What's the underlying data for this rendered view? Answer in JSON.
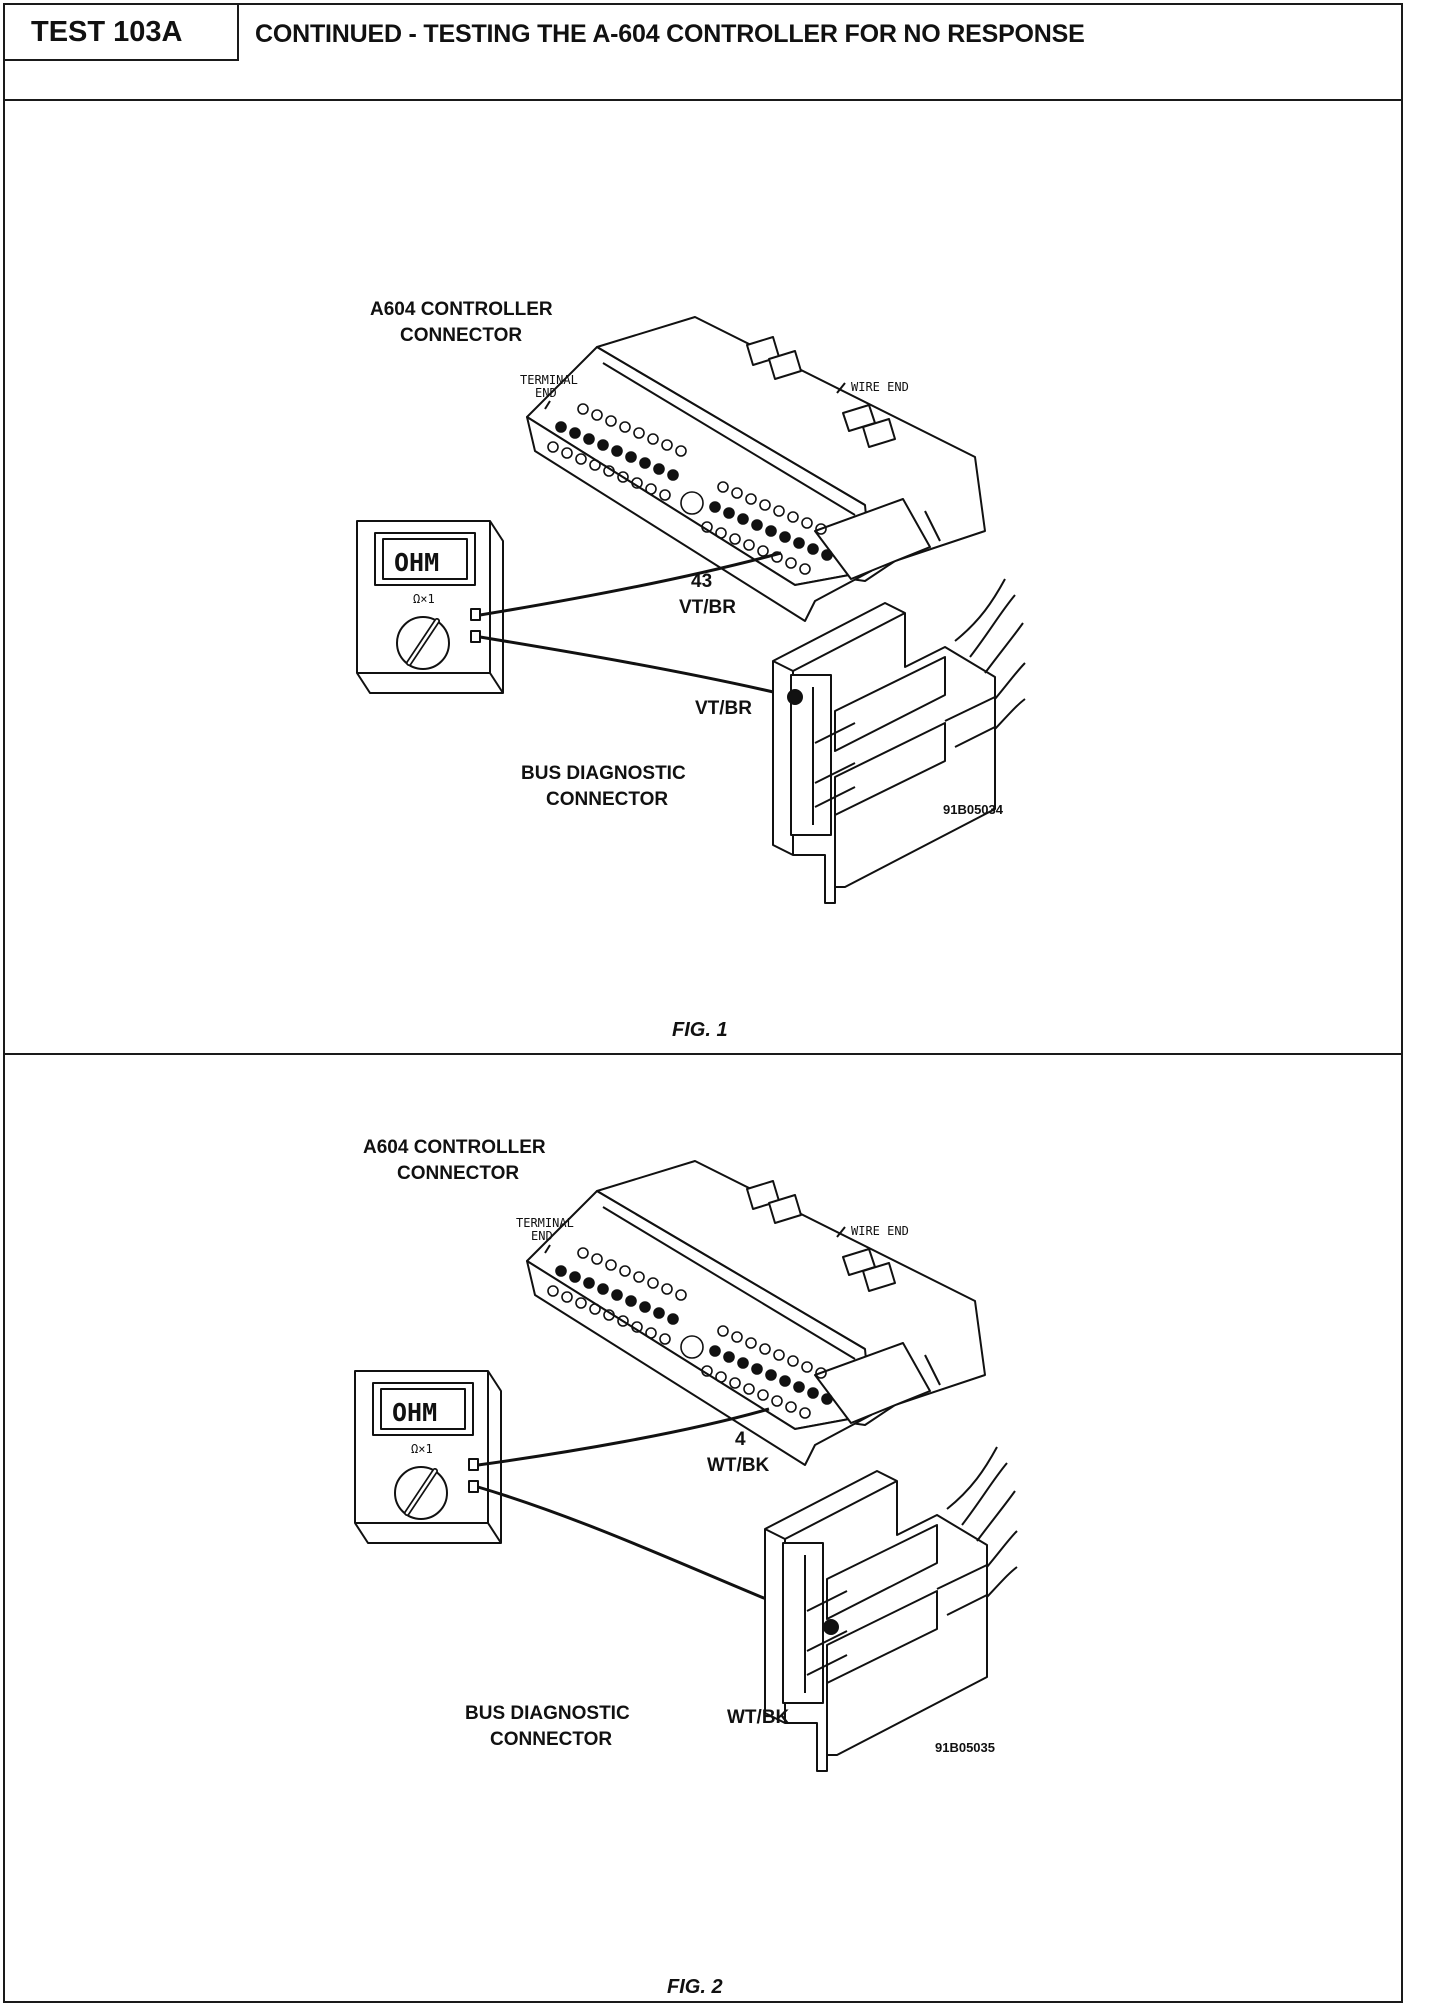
{
  "header": {
    "test_id": "TEST 103A",
    "title": "CONTINUED - TESTING THE A-604 CONTROLLER FOR NO RESPONSE"
  },
  "figures": [
    {
      "controller_label_1": "A604 CONTROLLER",
      "controller_label_2": "CONNECTOR",
      "terminal_end_1": "TERMINAL",
      "terminal_end_2": "END",
      "wire_end": "WIRE END",
      "meter_display": "OHM",
      "meter_range": "Ω×1",
      "pin_number": "43",
      "pin_wire": "VT/BR",
      "bus_wire": "VT/BR",
      "bus_label_1": "BUS DIAGNOSTIC",
      "bus_label_2": "CONNECTOR",
      "drawing_code": "91B05034",
      "caption": "FIG. 1"
    },
    {
      "controller_label_1": "A604 CONTROLLER",
      "controller_label_2": "CONNECTOR",
      "terminal_end_1": "TERMINAL",
      "terminal_end_2": "END",
      "wire_end": "WIRE END",
      "meter_display": "OHM",
      "meter_range": "Ω×1",
      "pin_number": "4",
      "pin_wire": "WT/BK",
      "bus_wire": "WT/BK",
      "bus_label_1": "BUS DIAGNOSTIC",
      "bus_label_2": "CONNECTOR",
      "drawing_code": "91B05035",
      "caption": "FIG. 2"
    }
  ]
}
